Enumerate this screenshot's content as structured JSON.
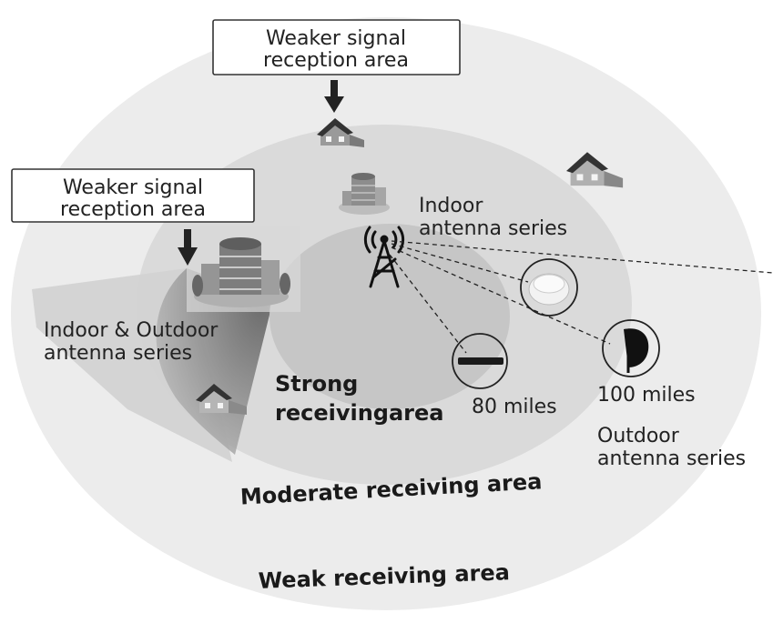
{
  "callouts": {
    "top": {
      "line1": "Weaker signal",
      "line2": "reception area"
    },
    "left": {
      "line1": "Weaker signal",
      "line2": "reception area"
    }
  },
  "labels": {
    "indoor_series": {
      "line1": "Indoor",
      "line2": "antenna series"
    },
    "indoor_outdoor_series": {
      "line1": "Indoor & Outdoor",
      "line2": "antenna series"
    },
    "outdoor_series": {
      "line1": "Outdoor",
      "line2": "antenna series"
    },
    "distance_80": "80 miles",
    "distance_100": "100 miles"
  },
  "zones": {
    "strong": {
      "line1": "Strong",
      "line2": "receivingarea"
    },
    "moderate": "Moderate receiving area",
    "weak": "Weak receiving area"
  },
  "colors": {
    "weak_zone": "#ececec",
    "moderate_zone": "#dadada",
    "strong_zone": "#c6c6c6",
    "shadow_zone": "#8a8a8a"
  },
  "icons": [
    "tower-icon",
    "house-icon",
    "building-icon",
    "round-indoor-antenna-icon",
    "flat-antenna-icon",
    "outdoor-antenna-icon",
    "down-arrow-icon"
  ]
}
